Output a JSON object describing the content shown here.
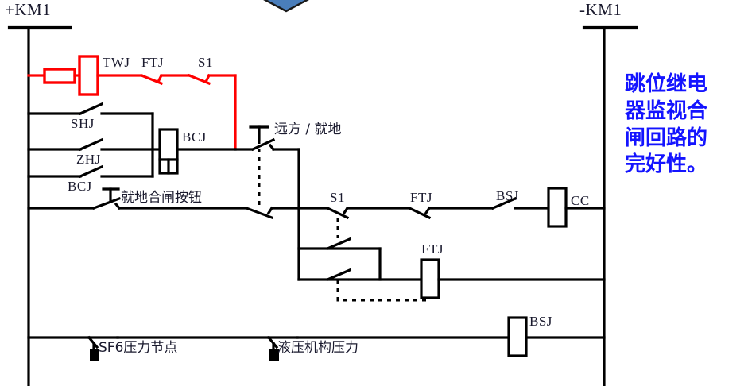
{
  "diagram": {
    "title_hidden": "",
    "rails": {
      "left_label": "+KM1",
      "right_label": "-KM1"
    },
    "colors": {
      "wire": "#000000",
      "monitor_circuit": "#ff0000",
      "annotation": "#1414ff",
      "arrow": "#4a7ebb",
      "label_text": "#1a1a2e"
    },
    "annotation": {
      "text": "跳位继电\n器监视合\n闸回路的\n完好性。"
    },
    "arrow": {
      "name": "down-arrow",
      "color": "#4a7ebb"
    },
    "components": [
      {
        "id": "resistor",
        "type": "resistor",
        "label": "",
        "row": "monitor"
      },
      {
        "id": "twj-coil",
        "type": "coil",
        "label": "TWJ",
        "row": "monitor"
      },
      {
        "id": "ftj-contact-1",
        "type": "contact-nc",
        "label": "FTJ",
        "row": "monitor"
      },
      {
        "id": "s1-contact-1",
        "type": "contact-nc",
        "label": "S1",
        "row": "monitor"
      },
      {
        "id": "shj-contact",
        "type": "contact-no",
        "label": "SHJ",
        "row": "parallel"
      },
      {
        "id": "zhj-contact",
        "type": "contact-no",
        "label": "ZHJ",
        "row": "parallel"
      },
      {
        "id": "bcj-contact",
        "type": "contact-no",
        "label": "BCJ",
        "row": "parallel"
      },
      {
        "id": "bcj-coil",
        "type": "coil",
        "label": "BCJ",
        "row": "parallel"
      },
      {
        "id": "remote-local",
        "type": "selector",
        "label": "远方 / 就地",
        "row": "selector"
      },
      {
        "id": "local-close-pb",
        "type": "pushbutton",
        "label": "就地合闸按钮",
        "row": "main"
      },
      {
        "id": "s1-contact-2",
        "type": "contact-nc",
        "label": "S1",
        "row": "main"
      },
      {
        "id": "ftj-contact-2",
        "type": "contact-nc",
        "label": "FTJ",
        "row": "main"
      },
      {
        "id": "bsj-contact",
        "type": "contact-nc",
        "label": "BSJ",
        "row": "main"
      },
      {
        "id": "cc-coil",
        "type": "coil",
        "label": "CC",
        "row": "main"
      },
      {
        "id": "ftj-coil",
        "type": "coil",
        "label": "FTJ",
        "row": "ftj"
      },
      {
        "id": "sf6-pressure",
        "type": "pressure",
        "label": "SF6压力节点",
        "row": "pressure"
      },
      {
        "id": "hyd-pressure",
        "type": "pressure",
        "label": "液压机构压力",
        "row": "pressure"
      },
      {
        "id": "bsj-coil",
        "type": "coil",
        "label": "BSJ",
        "row": "pressure"
      }
    ],
    "labels": {
      "plus_km1": "+KM1",
      "minus_km1": "-KM1",
      "twj": "TWJ",
      "ftj_mon": "FTJ",
      "s1_mon": "S1",
      "shj": "SHJ",
      "zhj": "ZHJ",
      "bcj_contact": "BCJ",
      "bcj_coil": "BCJ",
      "remote_local": "远方 / 就地",
      "local_close_button": "就地合闸按钮",
      "s1_main": "S1",
      "ftj_main": "FTJ",
      "bsj_main": "BSJ",
      "cc": "CC",
      "ftj_coil": "FTJ",
      "sf6_pressure": "SF6压力节点",
      "hydraulic_pressure": "液压机构压力",
      "bsj_coil": "BSJ"
    }
  }
}
